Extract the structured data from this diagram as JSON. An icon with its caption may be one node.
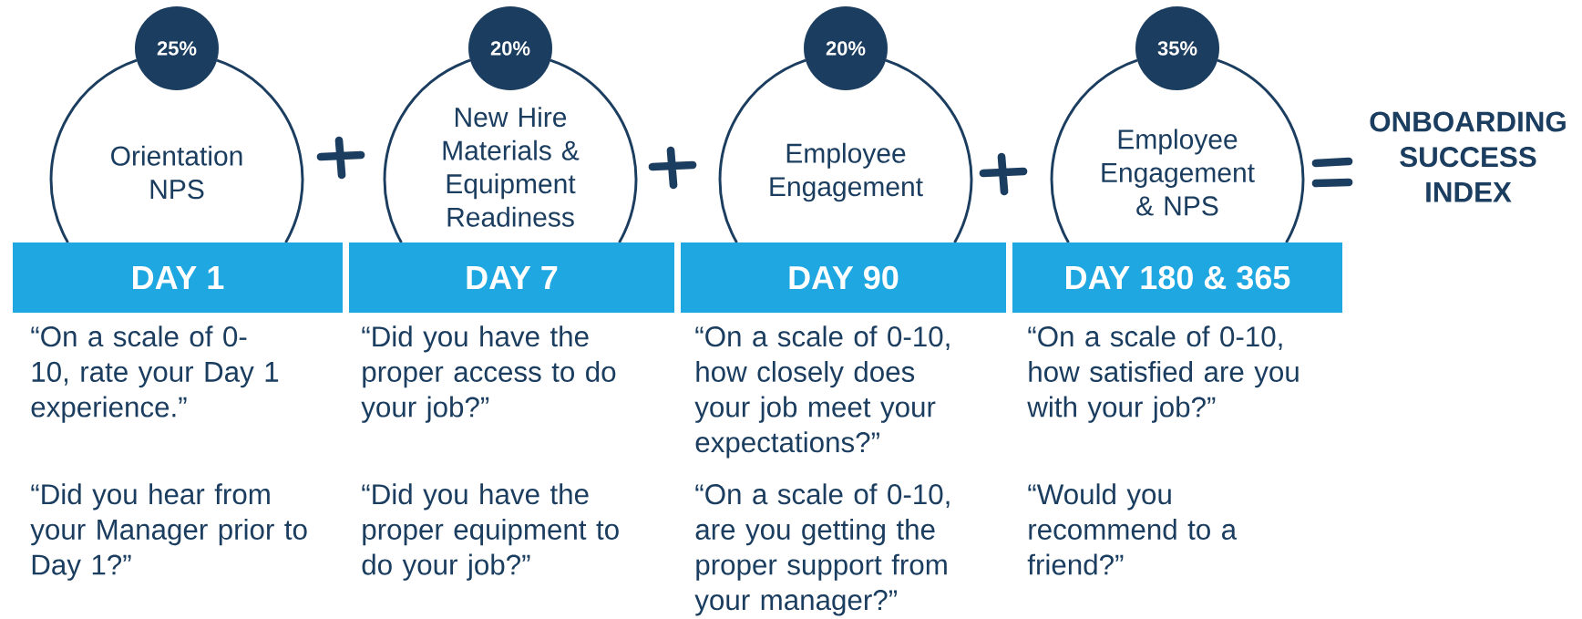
{
  "diagram": {
    "nodes": [
      {
        "text": [
          "25%"
        ]
      },
      {
        "text": [
          "Orientation NPS"
        ]
      },
      {
        "text": [
          "20%"
        ]
      },
      {
        "text": [
          "New Hire Materials & Equipment Readiness"
        ]
      },
      {
        "text": [
          "20%"
        ]
      },
      {
        "text": [
          "Employee Engagement"
        ]
      },
      {
        "text": [
          "35%"
        ]
      },
      {
        "text": [
          "Employee Engagement & NPS"
        ]
      },
      {
        "text": [
          "DAY 1"
        ]
      },
      {
        "text": [
          "DAY 7"
        ]
      },
      {
        "text": [
          "DAY 90"
        ]
      },
      {
        "text": [
          "DAY 180 & 365"
        ]
      }
    ],
    "labels": [
      "“On a scale of 0- 10, rate your Day 1 experience.”",
      "“Did you have the proper access to do your job?”",
      "“On a scale of 0-10, how closely does your job meet your expectations?”",
      "“On a scale of 0-10, how satisfied are you with your job?”",
      "“Did you hear from your Manager prior to Day 1?”",
      "“Did you have the proper equipment to do your job?”",
      "“On a scale of 0-10, are you getting the proper support from your manager?”",
      "“Would you recommend to a friend?”",
      "ONBOARDING SUCCESS INDEX"
    ]
  }
}
